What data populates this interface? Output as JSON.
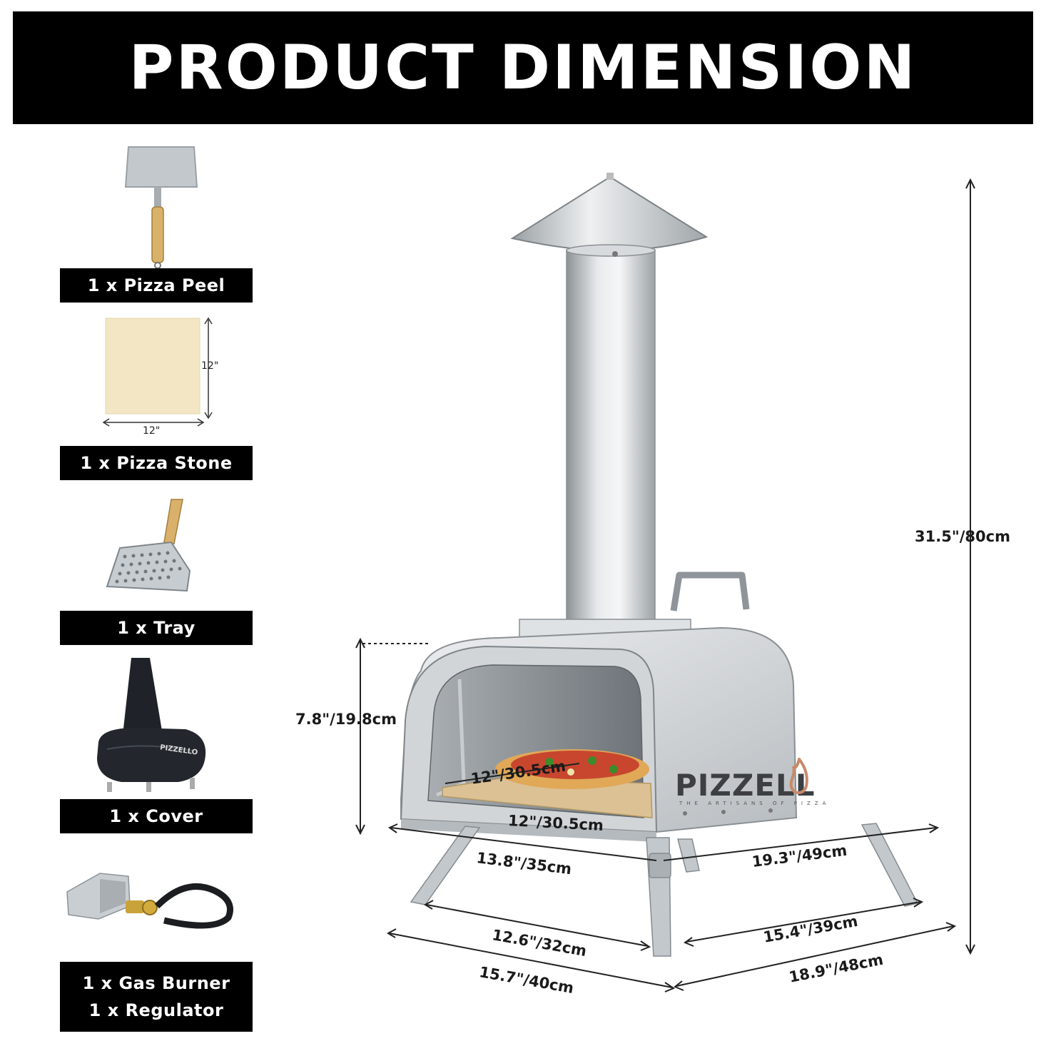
{
  "banner": {
    "title": "PRODUCT DIMENSION"
  },
  "accessories": [
    {
      "lines": [
        "1 x Pizza Peel"
      ]
    },
    {
      "lines": [
        "1 x Pizza Stone"
      ]
    },
    {
      "lines": [
        "1 x Tray"
      ]
    },
    {
      "lines": [
        "1 x Cover"
      ]
    },
    {
      "lines": [
        "1 x Gas Burner",
        "1 x Regulator"
      ]
    }
  ],
  "stone_dims": {
    "height": "12\"",
    "width": "12\""
  },
  "cover_logo": "PIZZELLO",
  "oven": {
    "brand": "PIZZELL",
    "tagline": "THE ARTISANS OF PIZZA",
    "dimensions": {
      "total_height": "31.5\"/80cm",
      "opening_height": "7.8\"/19.8cm",
      "stone_depth": "12\"/30.5cm",
      "stone_width": "12\"/30.5cm",
      "body_width": "13.8\"/35cm",
      "body_depth": "19.3\"/49cm",
      "legs_width": "12.6\"/32cm",
      "legs_depth": "15.4\"/39cm",
      "base_width": "15.7\"/40cm",
      "base_depth": "18.9\"/48cm"
    }
  },
  "colors": {
    "banner": "#000000",
    "steel": "#c9cdd0",
    "stone": "#f1e6c4"
  }
}
